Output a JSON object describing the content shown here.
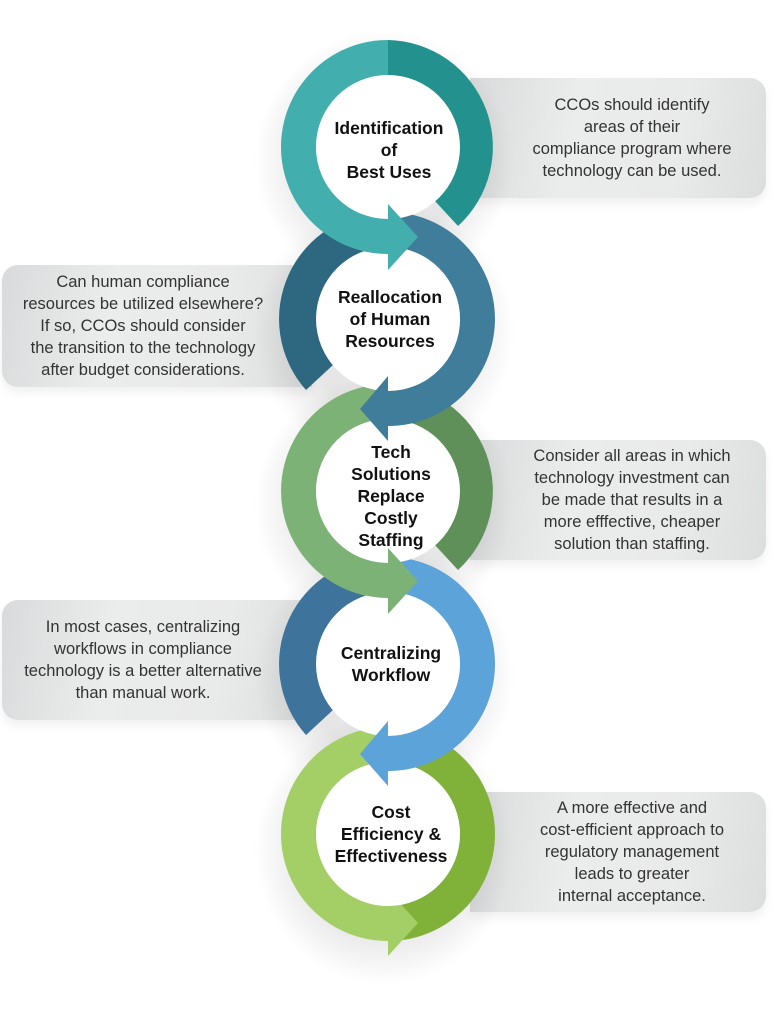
{
  "diagram": {
    "type": "vertical-cycle-chain",
    "steps": [
      {
        "title": "Identification\nof\nBest Uses",
        "description": "CCOs should identify\nareas of their\ncompliance program where\ntechnology can be used.",
        "callout_side": "right",
        "colors": {
          "left": "#42aeae",
          "right": "#23928e"
        }
      },
      {
        "title": "Reallocation\nof Human\nResources",
        "description": "Can human compliance\nresources be utilized elsewhere?\nIf so, CCOs should consider\nthe transition to the technology\nafter budget considerations.",
        "callout_side": "left",
        "colors": {
          "left": "#2d6880",
          "right": "#407d9a"
        }
      },
      {
        "title": "Tech\nSolutions\nReplace\nCostly\nStaffing",
        "description": "Consider all areas in which\ntechnology investment can\nbe made that results in a\nmore efffective, cheaper\nsolution than staffing.",
        "callout_side": "right",
        "colors": {
          "left": "#7db276",
          "right": "#5f9059"
        }
      },
      {
        "title": "Centralizing\nWorkflow",
        "description": "In most cases, centralizing\nworkflows in compliance\ntechnology is a better alternative\nthan manual work.",
        "callout_side": "left",
        "colors": {
          "left": "#3e739c",
          "right": "#5ba3d8"
        }
      },
      {
        "title": "Cost\nEfficiency &\nEffectiveness",
        "description": "A more effective and\ncost-efficient approach to\nregulatory management\nleads to greater\ninternal acceptance.",
        "callout_side": "right",
        "colors": {
          "left": "#a4cf66",
          "right": "#80b138"
        }
      }
    ]
  }
}
